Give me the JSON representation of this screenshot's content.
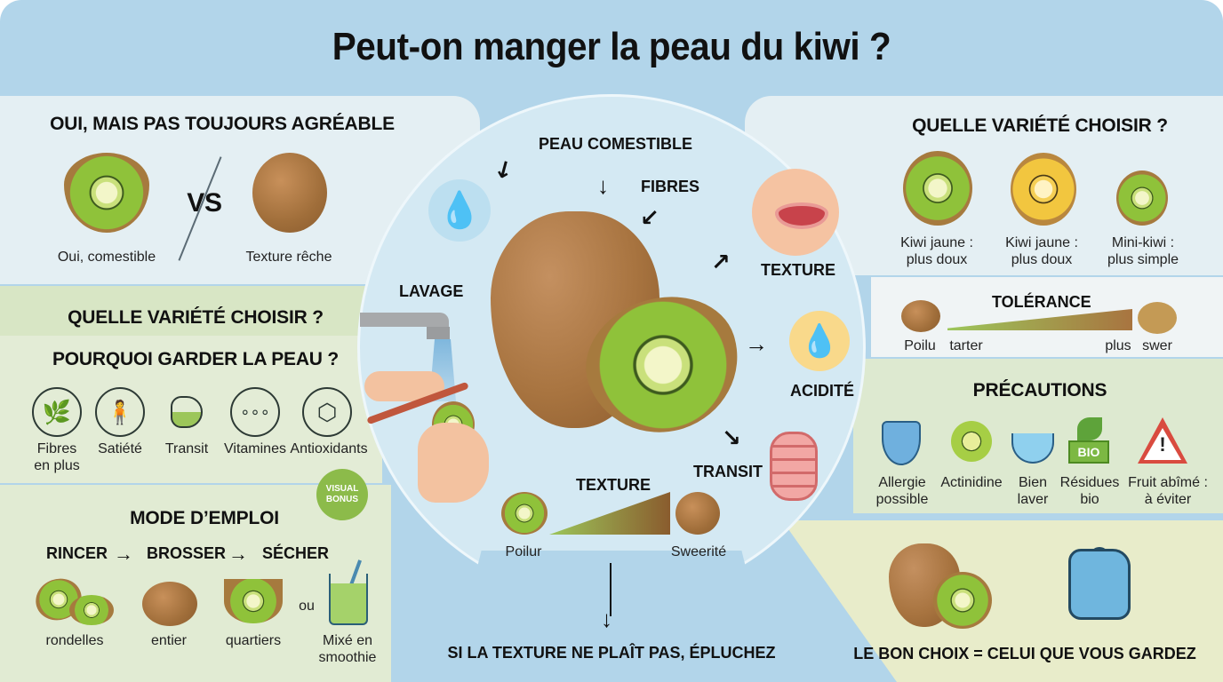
{
  "title": "Peut-on manger la peau du kiwi ?",
  "colors": {
    "background_blue": "#b2d5ea",
    "panel_light": "#e4eff3",
    "panel_green": "#e3ecd6",
    "kiwi_green": "#8fc23a",
    "kiwi_brown": "#a67a3e",
    "badge_green": "#8cbb4a"
  },
  "top_left": {
    "heading": "OUI, MAIS PAS TOUJOURS AGRÉABLE",
    "left_label": "Oui, comestible",
    "vs": "VS",
    "right_label": "Texture rêche"
  },
  "middle_left": {
    "heading_1": "QUELLE VARIÉTÉ CHOISIR ?",
    "heading_2": "POURQUOI GARDER LA PEAU ?",
    "benefits": [
      {
        "label": "Fibres\nen plus",
        "icon": "leaf-icon"
      },
      {
        "label": "Satiété",
        "icon": "person-icon"
      },
      {
        "label": "Transit",
        "icon": "stomach-icon"
      },
      {
        "label": "Vitamines",
        "icon": "vitamins-icon"
      },
      {
        "label": "Antioxidants",
        "icon": "molecule-icon"
      }
    ],
    "badge": "VISUAL\nBONUS"
  },
  "bottom_left": {
    "heading": "MODE D’EMPLOI",
    "steps": [
      "RINCER",
      "BROSSER",
      "SÉCHER"
    ],
    "step_arrow": "→",
    "options": [
      {
        "label": "rondelles"
      },
      {
        "label": "entier"
      },
      {
        "label": "quartiers"
      },
      {
        "label": "Mixé en\nsmoothie"
      }
    ],
    "or": "ou"
  },
  "center": {
    "peau_comestible": "PEAU COMESTIBLE",
    "fibres": "FIBRES",
    "lavage": "LAVAGE",
    "texture": "TEXTURE",
    "acidite": "ACIDITÉ",
    "transit": "TRANSIT",
    "scale_title": "TEXTURE",
    "scale_left": "Poilur",
    "scale_right": "Sweerité",
    "bottom_banner": "SI LA TEXTURE NE PLAÎT PAS, ÉPLUCHEZ"
  },
  "top_right": {
    "heading": "QUELLE VARIÉTÉ CHOISIR ?",
    "varieties": [
      {
        "label": "Kiwi jaune :\nplus doux",
        "type": "green"
      },
      {
        "label": "Kiwi jaune :\nplus doux",
        "type": "yellow"
      },
      {
        "label": "Mini-kiwi :\nplus simple",
        "type": "mini"
      }
    ]
  },
  "tolerance": {
    "heading": "TOLÉRANCE",
    "labels": [
      "Poilu",
      "tarter",
      "plus",
      "swer"
    ]
  },
  "precautions": {
    "heading": "PRÉCAUTIONS",
    "items": [
      {
        "label": "Allergie\npossible",
        "icon": "shield-icon"
      },
      {
        "label": "Actinidine",
        "icon": "kiwi-slice-icon"
      },
      {
        "label": "Bien\nlaver",
        "icon": "wash-basin-icon"
      },
      {
        "label": "Résidues\nbio",
        "icon": "bio-label-icon"
      },
      {
        "label": "Fruit abîmé :\nà éviter",
        "icon": "warning-icon"
      }
    ],
    "bio_text": "BIO"
  },
  "bottom_right": {
    "caption": "LE BON CHOIX = CELUI QUE VOUS GARDEZ"
  }
}
